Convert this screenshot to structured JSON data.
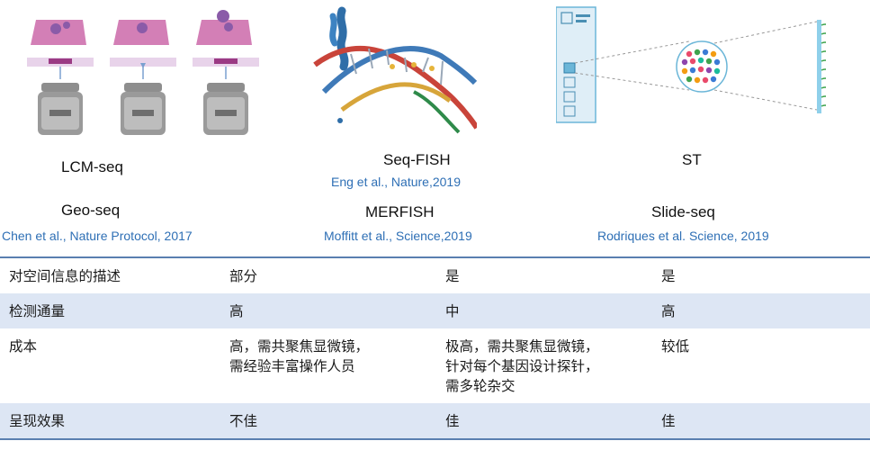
{
  "methods": [
    {
      "labels": [
        "LCM-seq",
        "Geo-seq"
      ],
      "citation": "Chen et al., Nature Protocol, 2017"
    },
    {
      "labels": [
        "Seq-FISH",
        "MERFISH"
      ],
      "citations": [
        "Eng et al., Nature,2019",
        "Moffitt et al., Science,2019"
      ]
    },
    {
      "labels": [
        "ST",
        "Slide-seq"
      ],
      "citation": "Rodriques et al. Science, 2019"
    }
  ],
  "table": {
    "rows": [
      {
        "label": "对空间信息的描述",
        "values": [
          "部分",
          "是",
          "是"
        ]
      },
      {
        "label": "检测通量",
        "values": [
          "高",
          "中",
          "高"
        ]
      },
      {
        "label": "成本",
        "values": [
          [
            "高，需共聚焦显微镜，",
            "需经验丰富操作人员"
          ],
          [
            "极高，需共聚焦显微镜，",
            "针对每个基因设计探针，",
            "需多轮杂交"
          ],
          [
            "较低"
          ]
        ]
      },
      {
        "label": "呈现效果",
        "values": [
          "不佳",
          "佳",
          "佳"
        ]
      }
    ]
  }
}
